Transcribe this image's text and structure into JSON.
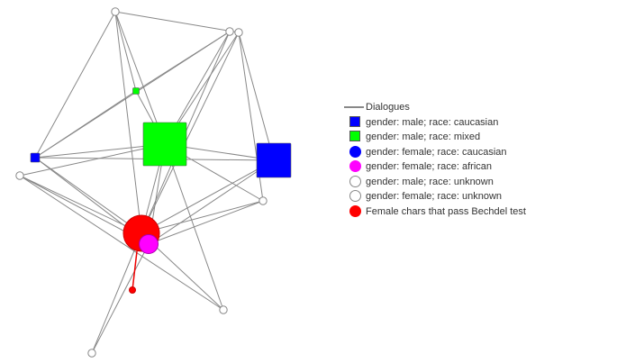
{
  "colors": {
    "edge": "#888888",
    "bechdel_edge": "#ee0000",
    "male_caucasian": "#0000ff",
    "male_mixed": "#00ff00",
    "female_caucasian": "#0000ff",
    "female_african": "#ff00ff",
    "unknown_fill": "#ffffff",
    "unknown_stroke": "#888888",
    "bechdel": "#ff0000"
  },
  "legend": {
    "items": [
      {
        "label": "Dialogues",
        "icon": "line-icon",
        "color": "#888888"
      },
      {
        "label": "gender: male; race: caucasian",
        "icon": "square-icon",
        "color": "#0000ff"
      },
      {
        "label": "gender: male; race: mixed",
        "icon": "square-icon",
        "color": "#00ff00"
      },
      {
        "label": "gender: female; race: caucasian",
        "icon": "circle-icon",
        "color": "#0000ff"
      },
      {
        "label": "gender: female; race: african",
        "icon": "circle-icon",
        "color": "#ff00ff"
      },
      {
        "label": "gender: male; race: unknown",
        "icon": "open-circle-icon",
        "color": "#888888"
      },
      {
        "label": "gender: female; race: unknown",
        "icon": "open-circle-icon",
        "color": "#888888"
      },
      {
        "label": "Female chars that pass Bechdel test",
        "icon": "circle-icon",
        "color": "#ff0000"
      }
    ]
  }
}
